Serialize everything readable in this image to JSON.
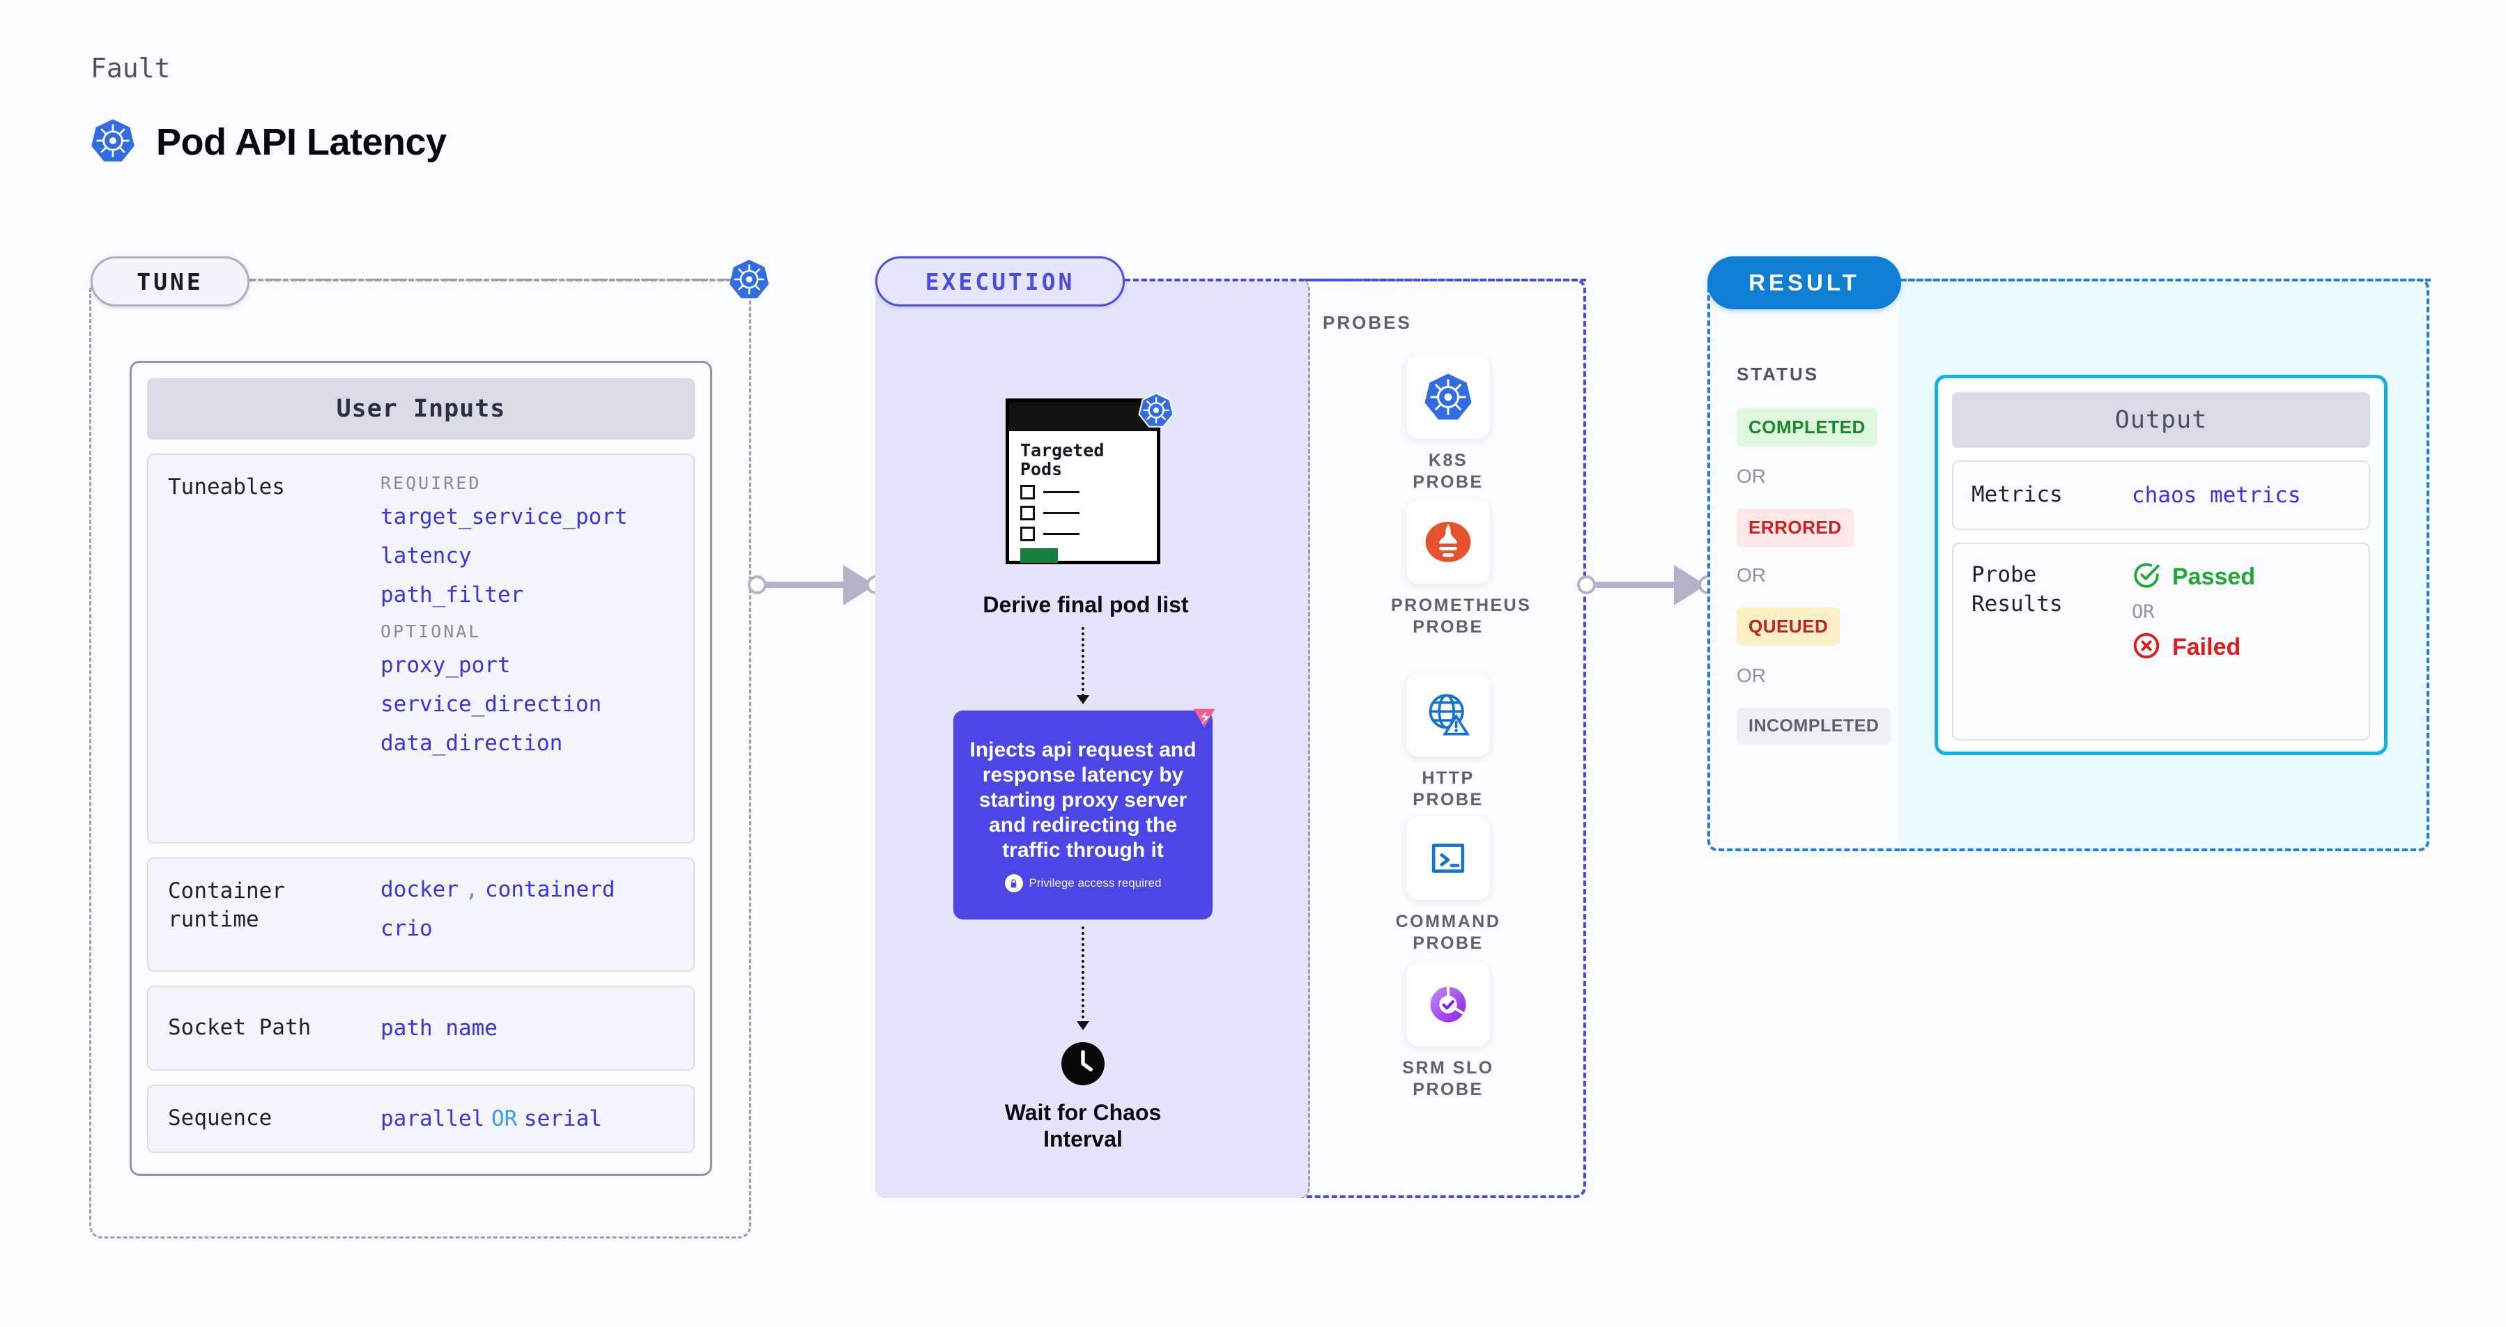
{
  "header": {
    "eyebrow": "Fault",
    "title": "Pod API Latency",
    "icon": "kubernetes-icon"
  },
  "tune": {
    "badge": "TUNE",
    "card_title": "User Inputs",
    "rows": [
      {
        "label": "Tuneables",
        "groups": [
          {
            "heading": "REQUIRED",
            "items": [
              "target_service_port",
              "latency",
              "path_filter"
            ]
          },
          {
            "heading": "OPTIONAL",
            "items": [
              "proxy_port",
              "service_direction",
              "data_direction"
            ]
          }
        ]
      },
      {
        "label": "Container runtime",
        "values_line1": [
          "docker",
          ",",
          "containerd"
        ],
        "values_line2": [
          "crio"
        ]
      },
      {
        "label": "Socket Path",
        "value": "path name"
      },
      {
        "label": "Sequence",
        "value_a": "parallel",
        "separator": "OR",
        "value_b": "serial"
      }
    ],
    "edge_icon": "kubernetes-icon"
  },
  "execution": {
    "badge": "EXECUTION",
    "pod_card": {
      "title": "Targeted Pods",
      "icon": "kubernetes-icon",
      "checkbox_count": 3
    },
    "derive_label": "Derive final pod list",
    "inject_card": {
      "text": "Injects api request and response latency by starting proxy server and redirecting the traffic through it",
      "privilege_note": "Privilege access required",
      "badge_icon": "litmuschaos-icon",
      "lock_icon": "lock-icon",
      "color": "#4b46e5"
    },
    "wait_label": "Wait for Chaos Interval",
    "wait_icon": "clock-icon"
  },
  "probes": {
    "title": "PROBES",
    "items": [
      {
        "label": "K8S PROBE",
        "icon": "kubernetes-icon"
      },
      {
        "label": "PROMETHEUS PROBE",
        "icon": "prometheus-icon"
      },
      {
        "label": "HTTP PROBE",
        "icon": "globe-warning-icon"
      },
      {
        "label": "COMMAND PROBE",
        "icon": "terminal-icon"
      },
      {
        "label": "SRM SLO PROBE",
        "icon": "srm-slo-icon"
      }
    ]
  },
  "result": {
    "badge": "RESULT",
    "status_title": "STATUS",
    "or_label": "OR",
    "statuses": [
      {
        "label": "COMPLETED",
        "fg": "#1a8a2c",
        "bg": "#def7de"
      },
      {
        "label": "ERRORED",
        "fg": "#cf2020",
        "bg": "#fde7e7"
      },
      {
        "label": "QUEUED",
        "fg": "#c32121",
        "bg": "#fdf0c4"
      },
      {
        "label": "INCOMPLETED",
        "fg": "#5c6173",
        "bg": "#eef0f5"
      }
    ],
    "output": {
      "title": "Output",
      "metrics_label": "Metrics",
      "metrics_value": "chaos metrics",
      "probe_label": "Probe Results",
      "passed": "Passed",
      "or_label": "OR",
      "failed": "Failed",
      "passed_color": "#1faa32",
      "failed_color": "#e01b1b",
      "passed_icon": "check-circle-icon",
      "failed_icon": "x-circle-icon"
    }
  },
  "colors": {
    "tune_border": "#9aa0b0",
    "exec_border": "#4a4bda",
    "exec_fill": "#e4e5fc",
    "result_border": "#1e7fe0",
    "result_fill": "#eafaff",
    "accent_value": "#3a34e8",
    "connector": "#b2b3c8"
  }
}
